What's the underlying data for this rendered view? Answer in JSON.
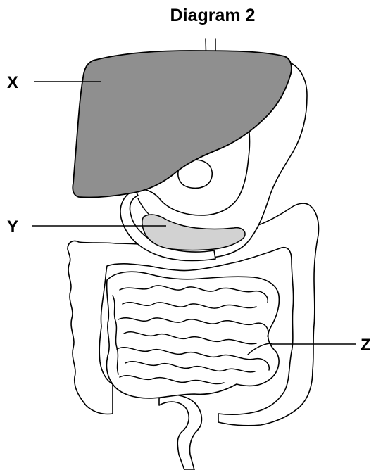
{
  "title": "Diagram 2",
  "labels": {
    "x": "X",
    "y": "Y",
    "z": "Z"
  },
  "colors": {
    "liver_fill": "#8f8f8f",
    "pancreas_fill": "#d2d2d2",
    "outline": "#000000"
  }
}
